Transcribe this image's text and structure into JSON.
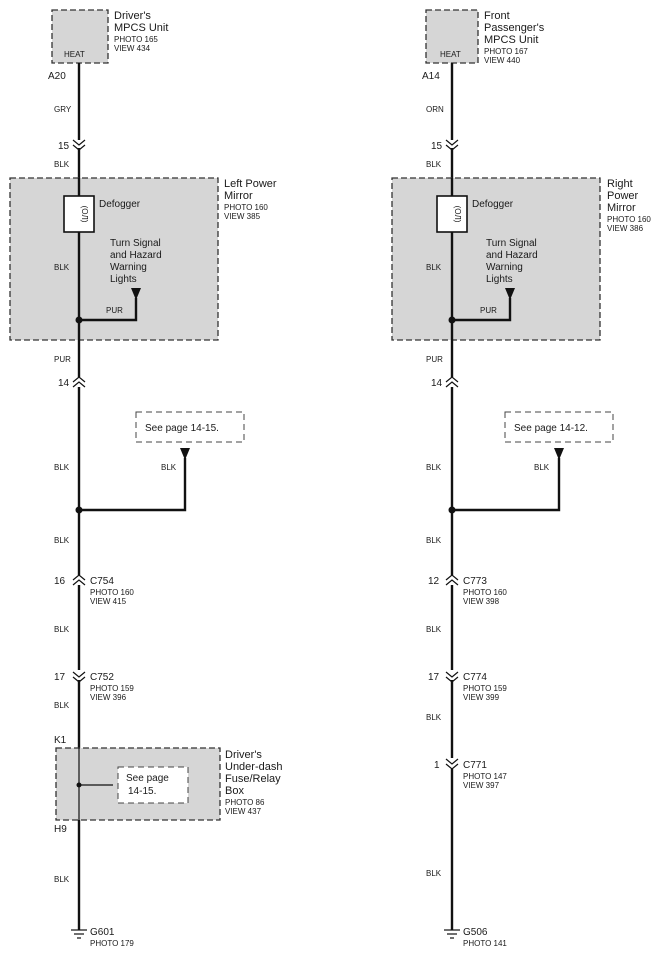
{
  "left": {
    "top_unit": {
      "name_line1": "Driver's",
      "name_line2": "MPCS Unit",
      "photo": "PHOTO 165",
      "view": "VIEW 434",
      "inner": "HEAT"
    },
    "top_pin": "A20",
    "wire_gry": "GRY",
    "connector_15": "15",
    "wire_blk_1": "BLK",
    "mirror": {
      "line1": "Left Power",
      "line2": "Mirror",
      "photo": "PHOTO 160",
      "view": "VIEW 385"
    },
    "defogger": "Defogger",
    "heater_label": "(ОЛ)",
    "turn_signal": [
      "Turn Signal",
      "and Hazard",
      "Warning",
      "Lights"
    ],
    "wire_blk_inner": "BLK",
    "wire_pur_inner": "PUR",
    "wire_pur": "PUR",
    "connector_14": "14",
    "see_page": "See page 14-15.",
    "wire_blk_2": "BLK",
    "wire_blk_note": "BLK",
    "wire_blk_3": "BLK",
    "c754": {
      "pin": "16",
      "name": "C754",
      "photo": "PHOTO 160",
      "view": "VIEW 415"
    },
    "wire_blk_4": "BLK",
    "c752": {
      "pin": "17",
      "name": "C752",
      "photo": "PHOTO 159",
      "view": "VIEW 396"
    },
    "wire_blk_5": "BLK",
    "pin_k1": "K1",
    "fuse_box": {
      "line1": "Driver's",
      "line2": "Under-dash",
      "line3": "Fuse/Relay",
      "line4": "Box",
      "photo": "PHOTO 86",
      "view": "VIEW 437",
      "see1": "See page",
      "see2": "14-15."
    },
    "pin_h9": "H9",
    "wire_blk_6": "BLK",
    "ground": {
      "name": "G601",
      "photo": "PHOTO 179"
    }
  },
  "right": {
    "top_unit": {
      "name_line1": "Front",
      "name_line2": "Passenger's",
      "name_line3": "MPCS Unit",
      "photo": "PHOTO 167",
      "view": "VIEW 440",
      "inner": "HEAT"
    },
    "top_pin": "A14",
    "wire_orn": "ORN",
    "connector_15": "15",
    "wire_blk_1": "BLK",
    "mirror": {
      "line1": "Right",
      "line2": "Power",
      "line3": "Mirror",
      "photo": "PHOTO 160",
      "view": "VIEW 386"
    },
    "defogger": "Defogger",
    "heater_label": "(ОЛ)",
    "turn_signal": [
      "Turn Signal",
      "and Hazard",
      "Warning",
      "Lights"
    ],
    "wire_blk_inner": "BLK",
    "wire_pur_inner": "PUR",
    "wire_pur": "PUR",
    "connector_14": "14",
    "see_page": "See page 14-12.",
    "wire_blk_2": "BLK",
    "wire_blk_note": "BLK",
    "wire_blk_3": "BLK",
    "c773": {
      "pin": "12",
      "name": "C773",
      "photo": "PHOTO 160",
      "view": "VIEW 398"
    },
    "wire_blk_4": "BLK",
    "c774": {
      "pin": "17",
      "name": "C774",
      "photo": "PHOTO 159",
      "view": "VIEW 399"
    },
    "wire_blk_5": "BLK",
    "c771": {
      "pin": "1",
      "name": "C771",
      "photo": "PHOTO 147",
      "view": "VIEW 397"
    },
    "wire_blk_6": "BLK",
    "ground": {
      "name": "G506",
      "photo": "PHOTO 141"
    }
  }
}
